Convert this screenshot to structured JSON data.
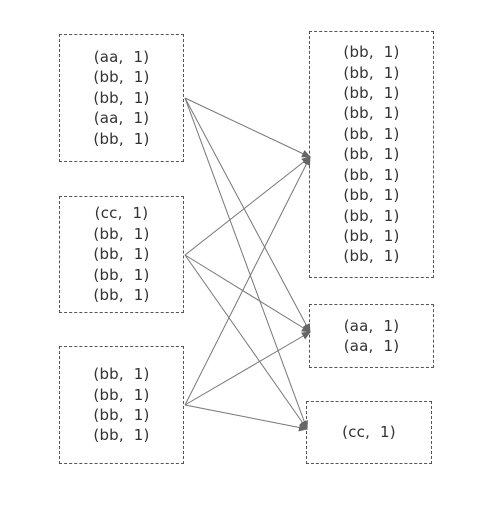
{
  "map_inputs": [
    {
      "lines": [
        "(aa,  1)",
        "(bb,  1)",
        "(bb,  1)",
        "(aa,  1)",
        "(bb,  1)"
      ]
    },
    {
      "lines": [
        "(cc,  1)",
        "(bb,  1)",
        "(bb,  1)",
        "(bb,  1)",
        "(bb,  1)"
      ]
    },
    {
      "lines": [
        "(bb,  1)",
        "(bb,  1)",
        "(bb,  1)",
        "(bb,  1)"
      ]
    }
  ],
  "shuffle_outputs": [
    {
      "lines": [
        "(bb,  1)",
        "(bb,  1)",
        "(bb,  1)",
        "(bb,  1)",
        "(bb,  1)",
        "(bb,  1)",
        "(bb,  1)",
        "(bb,  1)",
        "(bb,  1)",
        "(bb,  1)",
        "(bb,  1)"
      ]
    },
    {
      "lines": [
        "(aa,  1)",
        "(aa,  1)"
      ]
    },
    {
      "lines": [
        "(cc,  1)"
      ]
    }
  ],
  "connections": [
    {
      "from": 0,
      "to": 0
    },
    {
      "from": 0,
      "to": 1
    },
    {
      "from": 0,
      "to": 2
    },
    {
      "from": 1,
      "to": 0
    },
    {
      "from": 1,
      "to": 1
    },
    {
      "from": 1,
      "to": 2
    },
    {
      "from": 2,
      "to": 0
    },
    {
      "from": 2,
      "to": 1
    },
    {
      "from": 2,
      "to": 2
    }
  ],
  "colors": {
    "border": "#555555",
    "arrow": "#777777",
    "text": "#333333"
  }
}
